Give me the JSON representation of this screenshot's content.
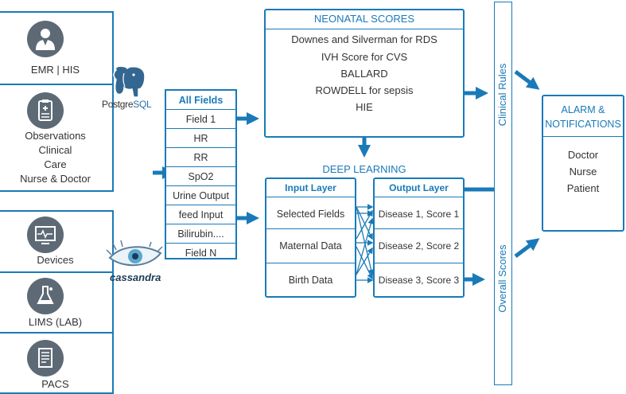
{
  "sources": {
    "emr": {
      "label": "EMR | HIS",
      "icon": "doctor-icon"
    },
    "observations": {
      "lines": [
        "Observations",
        "Clinical",
        "Care",
        "Nurse & Doctor"
      ],
      "icon": "clipboard-icon"
    },
    "devices": {
      "label": "Devices",
      "icon": "monitor-icon"
    },
    "lims": {
      "label": "LIMS (LAB)",
      "icon": "flask-icon"
    },
    "pacs": {
      "label": "PACS",
      "icon": "document-icon"
    }
  },
  "databases": {
    "postgres": {
      "label_a": "Postgre",
      "label_b": "SQL",
      "icon": "elephant-icon"
    },
    "cassandra": {
      "label": "cassandra",
      "icon": "eye-icon"
    }
  },
  "fields": {
    "header": "All Fields",
    "items": [
      "Field 1",
      "HR",
      "RR",
      "SpO2",
      "Urine Output",
      "feed Input",
      "Bilirubin....",
      "Field N"
    ]
  },
  "neonatal": {
    "title": "NEONATAL SCORES",
    "items": [
      "Downes and Silverman for RDS",
      "IVH Score for CVS",
      "BALLARD",
      "ROWDELL for sepsis",
      "HIE"
    ]
  },
  "deep_learning": {
    "title": "DEEP LEARNING",
    "input_layer": {
      "title": "Input Layer",
      "items": [
        "Selected Fields",
        "Maternal Data",
        "Birth Data"
      ]
    },
    "output_layer": {
      "title": "Output Layer",
      "items": [
        "Disease 1, Score 1",
        "Disease 2, Score 2",
        "Disease 3, Score 3"
      ]
    }
  },
  "side_bar": {
    "top_label": "Clinical Rules",
    "bottom_label": "Overall Scores"
  },
  "alarm": {
    "title_line1": "ALARM &",
    "title_line2": "NOTIFICATIONS",
    "recipients": [
      "Doctor",
      "Nurse",
      "Patient"
    ]
  },
  "colors": {
    "accent": "#1a7ab8",
    "icon_bg": "#5d6a76"
  }
}
